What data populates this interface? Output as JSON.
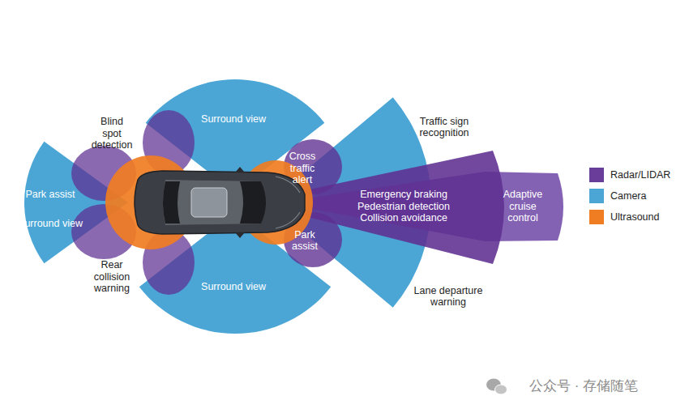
{
  "diagram": {
    "nodes": [
      {
        "text": [
          "Surround view"
        ]
      },
      {
        "text": [
          "Park assist",
          "Surround view"
        ]
      },
      {
        "text": [
          "Cross traffic alert"
        ]
      },
      {
        "text": [
          "Emergency braking",
          "Pedestrian detection",
          "Collision avoidance"
        ]
      },
      {
        "text": [
          "Adaptive cruise control"
        ]
      },
      {
        "text": [
          "Park assist"
        ]
      },
      {
        "text": [
          "Surround view"
        ]
      }
    ],
    "edges": [],
    "labels": [
      "Blind spot detection",
      "Rear collision warning",
      "Traffic sign recognition",
      "Lane departure warning",
      "公众号 · 存储随笔"
    ],
    "legend": [
      {
        "text": "Radar/LIDAR",
        "color": "#6a3d9a"
      },
      {
        "text": "Camera",
        "color": "#4ba6d6"
      },
      {
        "text": "Ultrasound",
        "color": "#f07d22"
      }
    ]
  }
}
